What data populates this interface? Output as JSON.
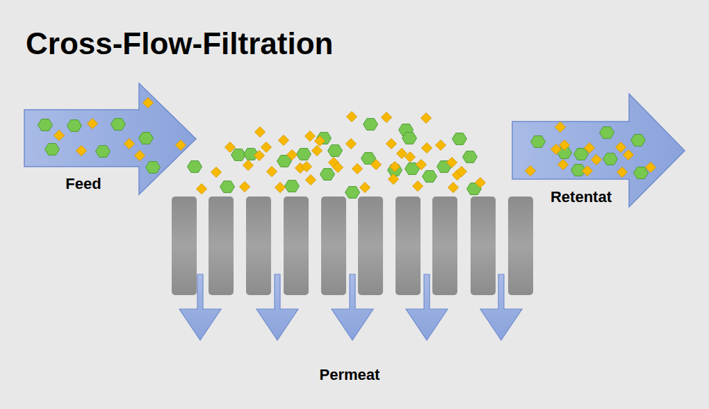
{
  "diagram": {
    "title": "Cross-Flow-Filtration",
    "labels": [
      "Feed",
      "Retentat",
      "Permeat"
    ]
  }
}
